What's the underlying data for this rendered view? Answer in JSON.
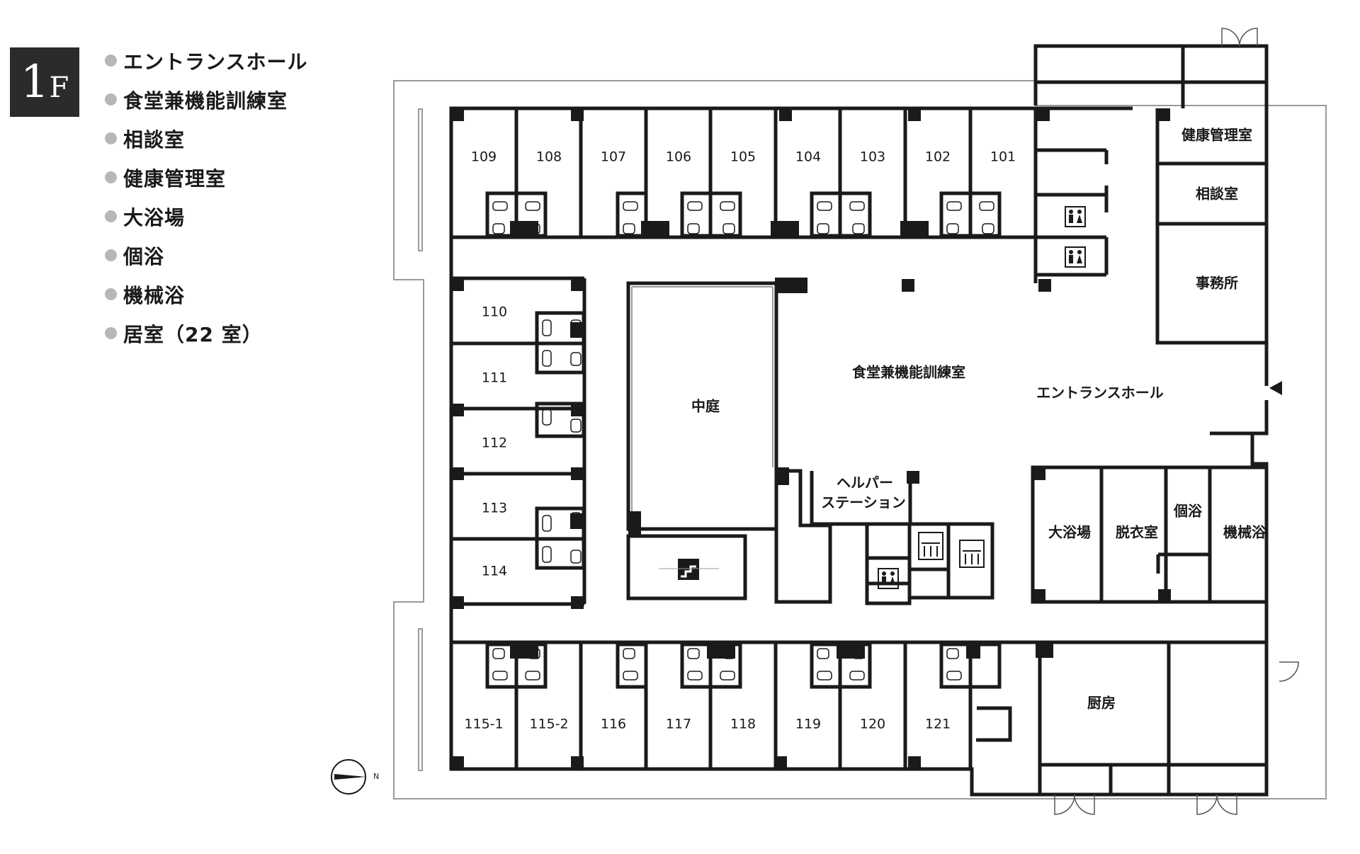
{
  "floor": {
    "number": "1",
    "suffix": "F"
  },
  "legend": [
    "エントランスホール",
    "食堂兼機能訓練室",
    "相談室",
    "健康管理室",
    "大浴場",
    "個浴",
    "機械浴",
    "居室（22 室）"
  ],
  "rooms_top": [
    "109",
    "108",
    "107",
    "106",
    "105",
    "104",
    "103",
    "102",
    "101"
  ],
  "rooms_left": [
    "110",
    "111",
    "112",
    "113",
    "114"
  ],
  "rooms_bottom": [
    "115-1",
    "115-2",
    "116",
    "117",
    "118",
    "119",
    "120",
    "121"
  ],
  "labels": {
    "health": "健康管理室",
    "consult": "相談室",
    "office": "事務所",
    "dining": "食堂兼機能訓練室",
    "entrance": "エントランスホール",
    "courtyard": "中庭",
    "helper_1": "ヘルパー",
    "helper_2": "ステーション",
    "bath": "大浴場",
    "dressing": "脱衣室",
    "private_bath": "個浴",
    "machine_bath": "機械浴",
    "kitchen": "厨房"
  },
  "compass": "N"
}
